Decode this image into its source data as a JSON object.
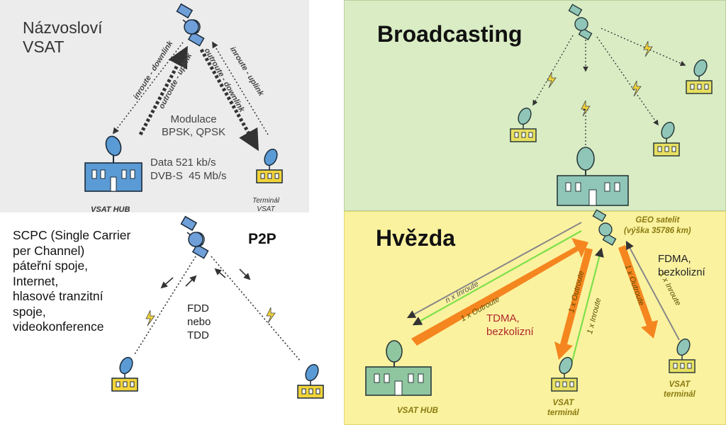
{
  "tl": {
    "title": "Názvosloví\nVSAT",
    "link_inroute_downlink": "inroute - downlink",
    "link_outroute_uplink": "outroute - uplink",
    "link_outroute_downlink": "outroute - downlink",
    "link_inroute_uplink": "inroute - uplink",
    "modulation": "Modulace\nBPSK, QPSK",
    "data_rates": "Data 521 kb/s\nDVB-S  45 Mb/s",
    "hub_label": "VSAT HUB",
    "terminal_label": "Terminál\nVSAT"
  },
  "tr": {
    "title": "Broadcasting"
  },
  "bl": {
    "description": "SCPC (Single Carrier\nper Channel)\npáteřní spoje,\nInternet,\nhlasové tranzitní\nspoje,\nvideokonference",
    "title": "P2P",
    "duplex": "FDD\nnebo\nTDD"
  },
  "br": {
    "title": "Hvězda",
    "satellite_label": "GEO satelit\n(výška 35786 km)",
    "fdma": "FDMA,\nbezkolizní",
    "tdma": "TDMA,\nbezkolizní",
    "n_inroute": "n x Inroute",
    "outroute_1": "1 x Outroute",
    "outroute_2": "1 x Outroute",
    "inroute_1": "1 x Inroute",
    "outroute_3": "1 x Outroute",
    "inroute_2": "1 x Inroute",
    "hub_label": "VSAT HUB",
    "terminal_1": "VSAT\nterminál",
    "terminal_2": "VSAT\nterminál"
  },
  "colors": {
    "satellite": "#6f9fd8",
    "building": "#5b9bd5",
    "terminal": "#f2d43a",
    "tr_bg": "#d9ecc4",
    "br_bg": "#fbf2a0",
    "orange": "#f5861f",
    "green_line": "#7ee04a",
    "dark_red_text": "#b0282a",
    "olive_text": "#8a7a10"
  }
}
